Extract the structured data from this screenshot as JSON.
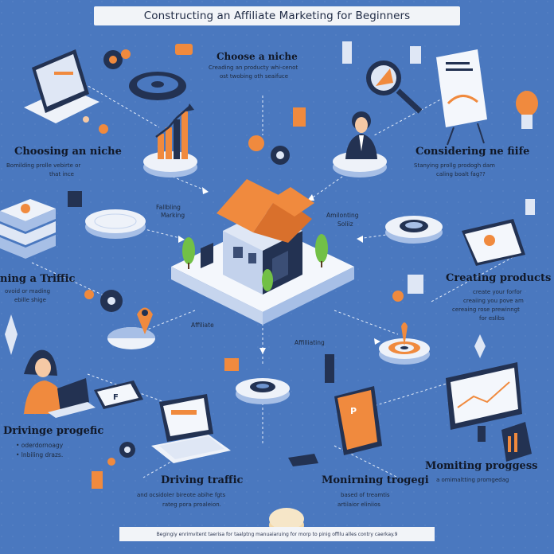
{
  "title": "Constructing an Affiliate Marketing for Beginners",
  "center_left_label": [
    "Fallbling",
    "Marking"
  ],
  "center_right_label": [
    "Amilonting",
    "Soliiz"
  ],
  "top_center": {
    "heading": "Choose a niche",
    "sub": [
      "Creading an producty whi-cenot",
      "ost twobing oth seaifuce"
    ]
  },
  "top_left": {
    "heading": "Choosing an niche",
    "sub": [
      "Bomilding prolle vebirte or",
      "that ince"
    ]
  },
  "top_right": {
    "heading": "Considering ne fiife",
    "sub": [
      "Stanying prollg prodogh dam",
      "caling boalt fag??"
    ]
  },
  "mid_left": {
    "heading": "ning a Triffic",
    "sub": [
      "ovoid or mading",
      "ebille shige"
    ]
  },
  "mid_right": {
    "heading": "Creating products",
    "sub": [
      "create your forfor",
      "creaiing you pove am",
      "cereaing rose prewinngt",
      "for eslibs"
    ]
  },
  "affiliate_left": "Affiliate",
  "affiliate_right": "Affilliating",
  "bottom_left": {
    "heading": "Drivinge progefic",
    "bullets": [
      "• oderdornoagy",
      "• lnbiling drazs."
    ]
  },
  "bottom_center_left": {
    "heading": "Driving traffic",
    "sub": [
      "and ocsidoler bireote abihe fgts",
      "rateg pora proaleion."
    ]
  },
  "bottom_center_right": {
    "heading": "Monirning trogegi",
    "sub": [
      "based of treamtis",
      "artilaior eliniios"
    ]
  },
  "bottom_right": {
    "heading": "Momiting proggess",
    "sub": [
      "a omimaltting promgedag"
    ]
  },
  "footer": "Begingiy enrimvitent taerisa for taalptng manuaiaruing for morp to pinig offilu alles contry caerkay.9",
  "colors": {
    "background": "#4a78bf",
    "orange": "#f08a3e",
    "navy": "#1f2a44",
    "platform": "#eef2f9",
    "light_blue": "#9bb8e3"
  }
}
